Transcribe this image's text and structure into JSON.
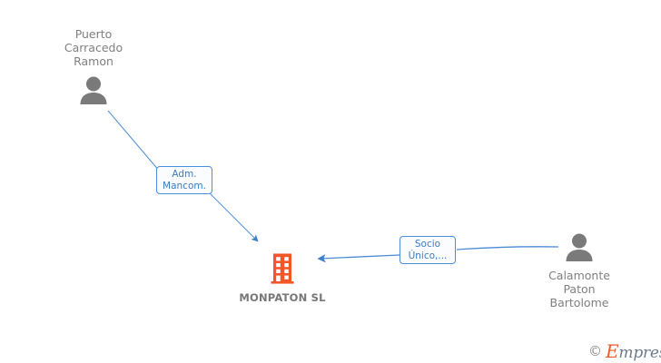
{
  "diagram": {
    "type": "corporate-relationship-graph",
    "background": "#ffffff",
    "colors": {
      "person_icon": "#7a7a7a",
      "company_icon": "#f4562a",
      "edge": "#4a90d9",
      "label_border": "#4a90d9",
      "label_text": "#3c7cc4",
      "name_text": "#808080",
      "company_text": "#777777"
    },
    "nodes": [
      {
        "id": "person-left",
        "kind": "person",
        "icon": "person-icon",
        "label": "Puerto\nCarracedo\nRamon"
      },
      {
        "id": "company-center",
        "kind": "company",
        "icon": "building-icon",
        "label": "MONPATON SL"
      },
      {
        "id": "person-right",
        "kind": "person",
        "icon": "person-icon",
        "label": "Calamonte\nPaton\nBartolome"
      }
    ],
    "edges": [
      {
        "id": "edge-adm-mancom",
        "from": "person-left",
        "to": "company-center",
        "label": "Adm.\nMancom.",
        "arrow": "to-company"
      },
      {
        "id": "edge-socio-unico",
        "from": "person-right",
        "to": "company-center",
        "label": "Socio\nÚnico,...",
        "arrow": "to-company"
      }
    ]
  },
  "watermark": {
    "copyright": "©",
    "brand_initial": "E",
    "brand_rest": "mpresia"
  }
}
